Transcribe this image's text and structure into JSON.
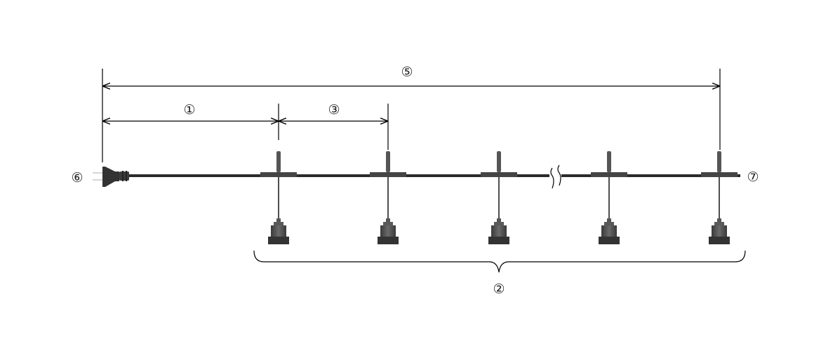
{
  "labels": {
    "total_length": "⑤",
    "plug_to_first_socket": "①",
    "socket_pitch": "③",
    "sockets_group": "②",
    "plug": "⑥",
    "end": "⑦"
  },
  "socket_count_shown": 5,
  "colors": {
    "cable": "#2a2a2a",
    "socket": "#4a4a4a",
    "line": "#000000"
  }
}
